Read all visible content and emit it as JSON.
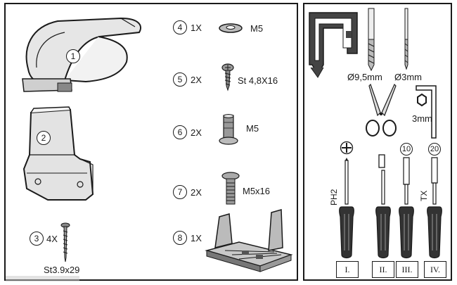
{
  "parts": [
    {
      "num": "1"
    },
    {
      "num": "2"
    },
    {
      "num": "3",
      "qty": "4X",
      "spec": "St3.9x29"
    },
    {
      "num": "4",
      "qty": "1X",
      "spec": "M5"
    },
    {
      "num": "5",
      "qty": "2X",
      "spec": "St 4,8X16"
    },
    {
      "num": "6",
      "qty": "2X",
      "spec": "M5"
    },
    {
      "num": "7",
      "qty": "2X",
      "spec": "M5x16"
    },
    {
      "num": "8",
      "qty": "1X"
    }
  ],
  "tools": {
    "drill_large": "Ø9,5mm",
    "drill_small": "Ø3mm",
    "hex_key": "3mm",
    "screwdriver_1": {
      "label": "PH2",
      "roman": "I."
    },
    "screwdriver_2": {
      "roman": "II."
    },
    "screwdriver_3": {
      "bit": "10",
      "roman": "III."
    },
    "screwdriver_4": {
      "label": "TX",
      "bit": "20",
      "roman": "IV."
    }
  }
}
